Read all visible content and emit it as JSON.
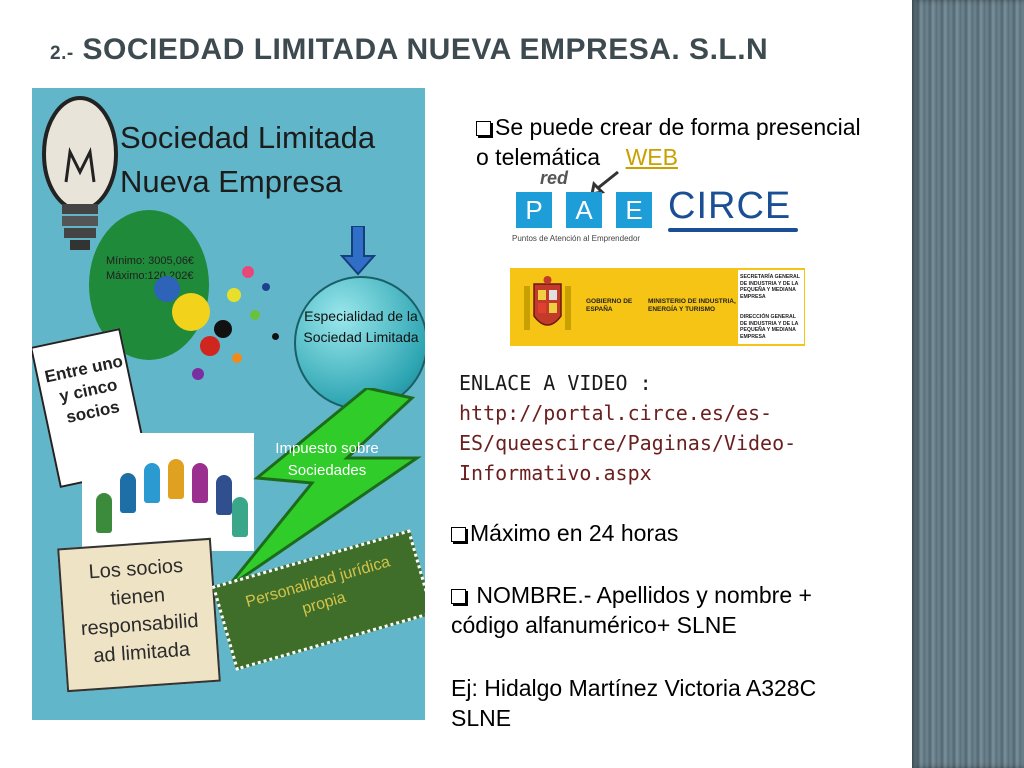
{
  "slide": {
    "title_number": "2.-",
    "title_text": "SOCIEDAD LIMITADA NUEVA EMPRESA. S.L.N"
  },
  "poster": {
    "title_line1": "Sociedad Limitada",
    "title_line2": "Nueva Empresa",
    "capital_min": "Mínimo: 3005,06€",
    "capital_max": "Máximo:120.202€",
    "especialidad": "Especialidad de la Sociedad Limitada",
    "entre": "Entre uno y cinco socios",
    "impuesto": "Impuesto sobre Sociedades",
    "socios": "Los socios tienen responsabilid ad limitada",
    "personalidad": "Personalidad jurídica propia"
  },
  "content": {
    "bullet1_text": "Se puede crear de forma presencial o telemática",
    "bullet1_link": "WEB",
    "pae_red": "red",
    "pae_letters": [
      "P",
      "A",
      "E"
    ],
    "pae_sub": "Puntos de Atención al Emprendedor",
    "circe": "CIRCE",
    "gov_gobierno": "GOBIERNO DE ESPAÑA",
    "gov_ministerio": "MINISTERIO DE INDUSTRIA, ENERGÍA Y TURISMO",
    "gov_secretaria": "SECRETARÍA GENERAL DE INDUSTRIA Y DE LA PEQUEÑA Y MEDIANA EMPRESA",
    "gov_direccion": "DIRECCIÓN GENERAL DE INDUSTRIA Y DE LA PEQUEÑA Y MEDIANA EMPRESA",
    "video_label": "ENLACE A VIDEO :",
    "video_url_line1": "http://portal.circe.es/es-",
    "video_url_line2": "ES/queescirce/Paginas/Video-",
    "video_url_line3": "Informativo.aspx",
    "maximo": "Máximo en 24 horas",
    "nombre_line1": "NOMBRE.- Apellidos y nombre +",
    "nombre_line2": "código alfanumérico+ SLNE",
    "ejemplo_line1": "Ej: Hidalgo Martínez Victoria A328C",
    "ejemplo_line2": "SLNE"
  },
  "colors": {
    "title": "#3d4a4f",
    "poster_bg": "#62b6c9",
    "link": "#c8a000"
  }
}
